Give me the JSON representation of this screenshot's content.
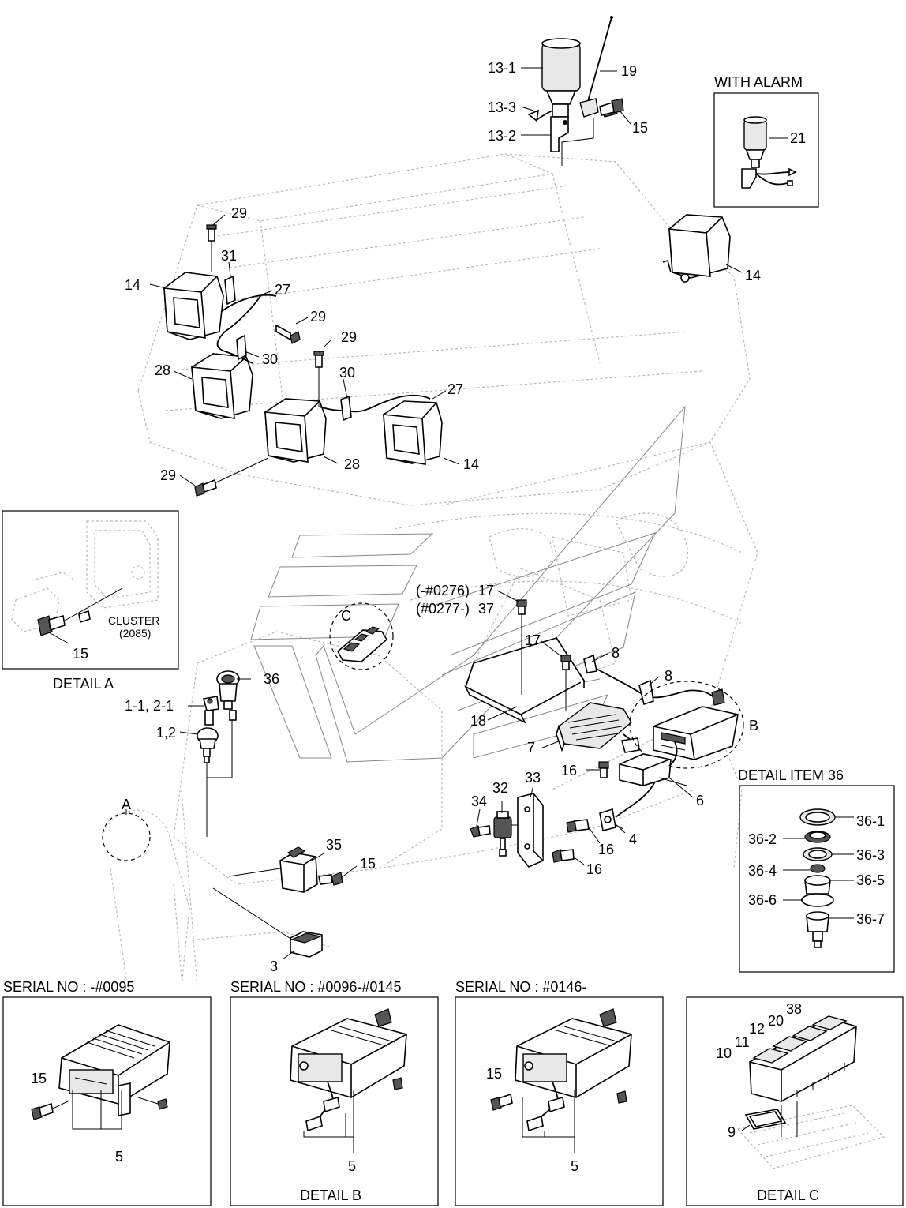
{
  "labels": {
    "p13_1": "13-1",
    "p13_3": "13-3",
    "p13_2": "13-2",
    "p19": "19",
    "p15_top": "15",
    "with_alarm": "WITH ALARM",
    "p21": "21",
    "p14_right": "14",
    "p29_a": "29",
    "p31": "31",
    "p14_left": "14",
    "p27_a": "27",
    "p29_b": "29",
    "p29_c": "29",
    "p30_a": "30",
    "p28_a": "28",
    "p30_b": "30",
    "p27_b": "27",
    "p28_b": "28",
    "p14_mid": "14",
    "p29_d": "29",
    "cluster": "CLUSTER",
    "cluster_code": "(2085)",
    "p15_a": "15",
    "detail_a": "DETAIL A",
    "p36": "36",
    "p1_1": "1-1, 2-1",
    "p1_2": "1,2",
    "marker_a": "A",
    "marker_c": "C",
    "marker_b": "B",
    "serial_17": "(-#0276)",
    "p17_a": "17",
    "serial_37": "(#0277-)",
    "p37": "37",
    "p17_b": "17",
    "p8_a": "8",
    "p8_b": "8",
    "p18": "18",
    "p7": "7",
    "p16_a": "16",
    "p6": "6",
    "p4": "4",
    "p16_b": "16",
    "p16_c": "16",
    "p33": "33",
    "p32": "32",
    "p34": "34",
    "p35": "35",
    "p15_b": "15",
    "p3": "3",
    "detail_item_36": "DETAIL ITEM 36",
    "p36_1": "36-1",
    "p36_2": "36-2",
    "p36_3": "36-3",
    "p36_4": "36-4",
    "p36_5": "36-5",
    "p36_6": "36-6",
    "p36_7": "36-7",
    "serial_1": "SERIAL NO : -#0095",
    "serial_2": "SERIAL NO : #0096-#0145",
    "serial_3": "SERIAL NO : #0146-",
    "b1_15": "15",
    "b1_5": "5",
    "b2_5": "5",
    "b3_15": "15",
    "b3_5": "5",
    "detail_b": "DETAIL B",
    "c_38": "38",
    "c_20": "20",
    "c_12": "12",
    "c_11": "11",
    "c_10": "10",
    "c_9": "9",
    "detail_c": "DETAIL C"
  }
}
